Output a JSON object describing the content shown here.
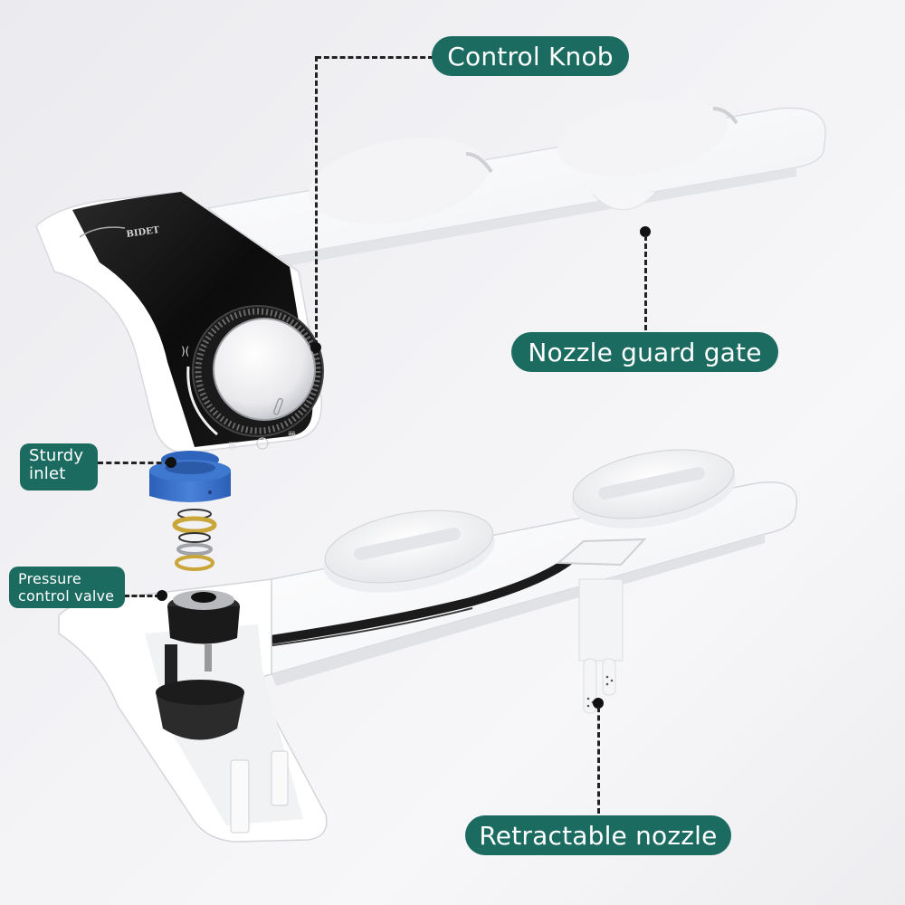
{
  "infographic": {
    "subject": "Bidet attachment exploded view",
    "brand_text": "BIDET",
    "callouts": [
      {
        "id": "control-knob",
        "label": "Control Knob"
      },
      {
        "id": "nozzle-guard-gate",
        "label": "Nozzle guard gate"
      },
      {
        "id": "sturdy-inlet",
        "label_line1": "Sturdy",
        "label_line2": "inlet"
      },
      {
        "id": "pressure-control-valve",
        "label_line1": "Pressure",
        "label_line2": "control valve"
      },
      {
        "id": "retractable-nozzle",
        "label": "Retractable nozzle"
      }
    ],
    "colors": {
      "callout_bg": "#1c6b61",
      "callout_text": "#ffffff",
      "leader_line": "#222222",
      "inlet_blue": "#3a6fc9",
      "panel_black": "#111111",
      "body_white": "#ffffff",
      "background": "#f1f1f4"
    }
  }
}
